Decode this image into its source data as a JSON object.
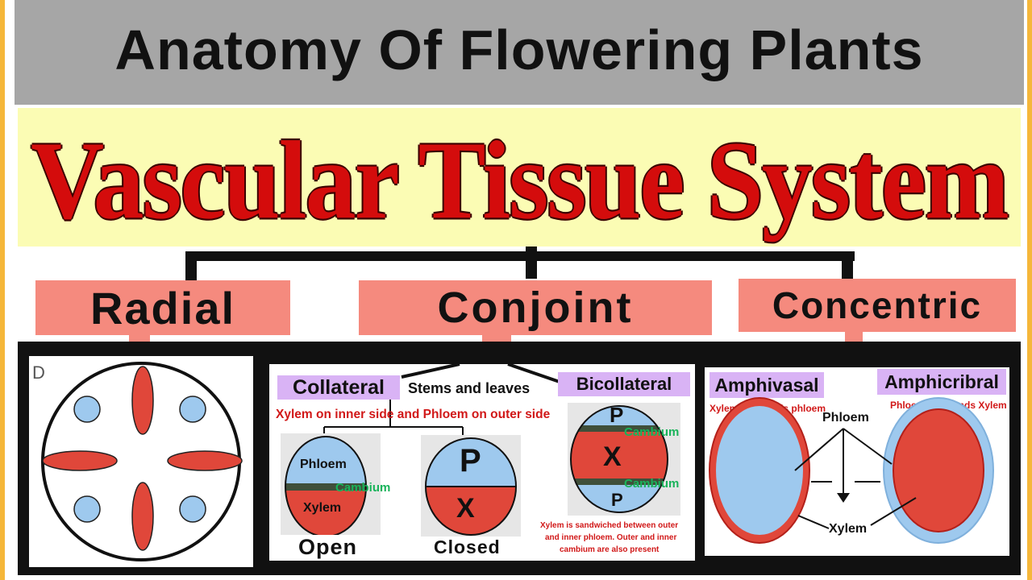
{
  "header": {
    "title": "Anatomy Of Flowering Plants"
  },
  "main_title": "Vascular Tissue System",
  "categories": {
    "radial": "Radial",
    "conjoint": "Conjoint",
    "concentric": "Concentric"
  },
  "radial_panel": {
    "corner_mark": "D"
  },
  "conjoint_panel": {
    "collateral": "Collateral",
    "stems_leaves": "Stems and leaves",
    "bicollateral": "Bicollateral",
    "collateral_note": "Xylem on inner side and Phloem on outer side",
    "open": {
      "phloem": "Phloem",
      "cambium": "Cambium",
      "xylem": "Xylem",
      "caption": "Open"
    },
    "closed": {
      "p": "P",
      "x": "X",
      "caption": "Closed"
    },
    "bicollateral_bundle": {
      "p_top": "P",
      "cambium_top": "Cambium",
      "x": "X",
      "cambium_bottom": "Cambium",
      "p_bottom": "P"
    },
    "bicollateral_note_1": "Xylem is sandwiched between outer",
    "bicollateral_note_2": "and inner phloem. Outer and inner",
    "bicollateral_note_3": "cambium are also present"
  },
  "concentric_panel": {
    "amphivasal": "Amphivasal",
    "amphivasal_note": "Xylem surrounds phloem",
    "amphicribral": "Amphicribral",
    "amphicribral_note": "Phloem surrounds Xylem",
    "phloem_label": "Phloem",
    "xylem_label": "Xylem"
  },
  "colors": {
    "title_red": "#d40c0c",
    "category_salmon": "#f58a7e",
    "phloem_blue": "#9ec9ee",
    "xylem_red": "#e0473a",
    "cambium_green": "#3f4f3a",
    "tag_purple": "#d9b3f5"
  }
}
